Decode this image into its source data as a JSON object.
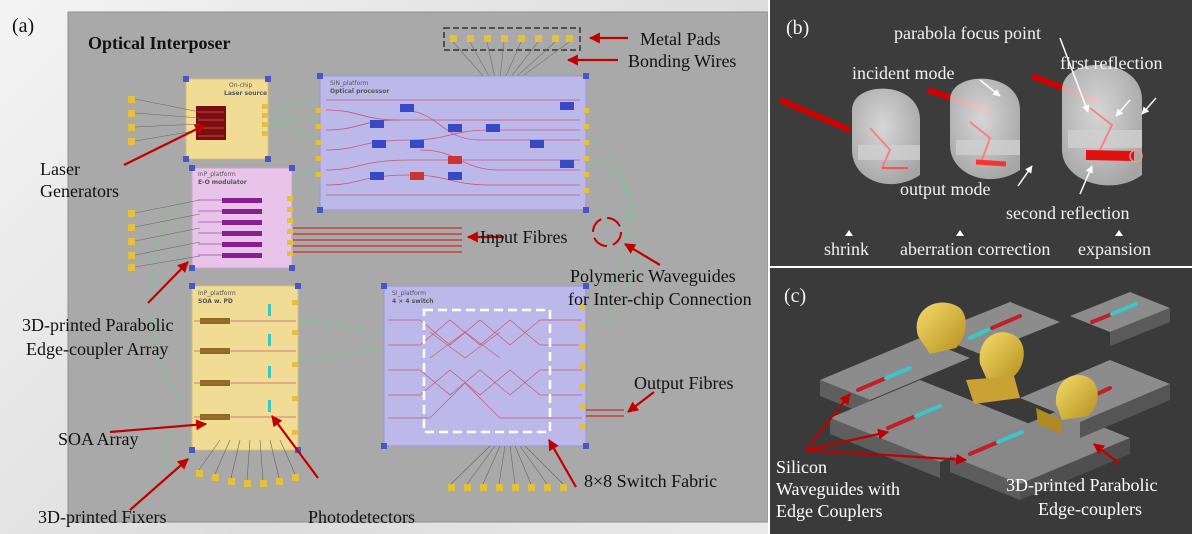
{
  "panel_a": {
    "tag": "(a)",
    "interposer_title": "Optical Interposer",
    "labels": {
      "metal_pads": "Metal Pads",
      "bonding_wires": "Bonding Wires",
      "laser_generators_1": "Laser",
      "laser_generators_2": "Generators",
      "input_fibres": "Input Fibres",
      "polymeric_1": "Polymeric Waveguides",
      "polymeric_2": "for Inter-chip Connection",
      "edge_coupler_1": "3D-printed Parabolic",
      "edge_coupler_2": "Edge-coupler Array",
      "output_fibres": "Output Fibres",
      "soa_array": "SOA Array",
      "switch_fabric": "8×8 Switch Fabric",
      "fixers": "3D-printed Fixers",
      "photodetectors": "Photodetectors"
    },
    "chips": {
      "laser_platform": "On-chip",
      "laser_name": "Laser source",
      "eo_platform": "InP_platform",
      "eo_name": "E-O modulator",
      "op_platform": "SiN_platform",
      "op_name": "Optical processor",
      "soa_platform": "InP_platform",
      "soa_name": "SOA w. PD",
      "sw_platform": "Si_platform",
      "sw_name": "4 × 4 switch"
    }
  },
  "panel_b": {
    "tag": "(b)",
    "labels": {
      "focus": "parabola focus point",
      "incident": "incident mode",
      "first": "first reflection",
      "output": "output mode",
      "second": "second reflection",
      "shrink": "shrink",
      "aberration": "aberration correction",
      "expansion": "expansion"
    }
  },
  "panel_c": {
    "tag": "(c)",
    "labels": {
      "si_1": "Silicon",
      "si_2": "Waveguides with",
      "si_3": "Edge Couplers",
      "pp_1": "3D-printed Parabolic",
      "pp_2": "Edge-couplers"
    }
  },
  "colors": {
    "arrow": "#c00000",
    "gold": "#e4c24a",
    "chip_purple": "#bcb8ea",
    "chip_yellow": "#f1dc95",
    "chip_pink": "#e8c4ea",
    "waveguide": "#cf2a2a",
    "cyan": "#3fc4c8"
  }
}
